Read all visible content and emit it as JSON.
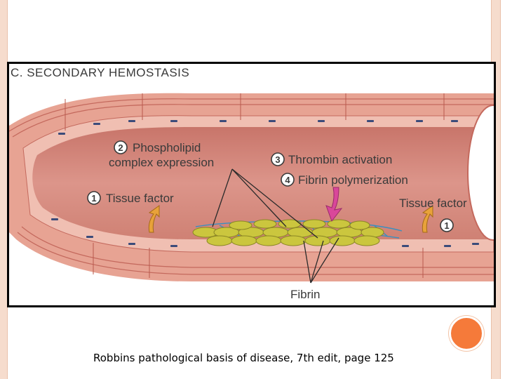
{
  "slide": {
    "caption": "Robbins pathological basis of disease, 7th edit, page 125"
  },
  "figure": {
    "panel_title": "C. SECONDARY HEMOSTASIS",
    "labels": {
      "step2_number": "2",
      "step2_line1": "Phospholipid",
      "step2_line2": "complex expression",
      "step3_number": "3",
      "step3_text": "Thrombin activation",
      "step4_number": "4",
      "step4_text": "Fibrin polymerization",
      "left_tf_number": "1",
      "left_tf_text": "Tissue factor",
      "right_tf_text": "Tissue factor",
      "right_tf_number": "1",
      "fibrin": "Fibrin"
    },
    "colors": {
      "lumen": "#d9897a",
      "vessel_wall": "#e8a797",
      "endothelium": "#f3c7ba",
      "platelet": "#c9c43c",
      "arrow_tissue_factor": "#e8a23a",
      "arrow_thrombin": "#d9479a",
      "fibrin_strands": "#3a8fbf"
    }
  }
}
